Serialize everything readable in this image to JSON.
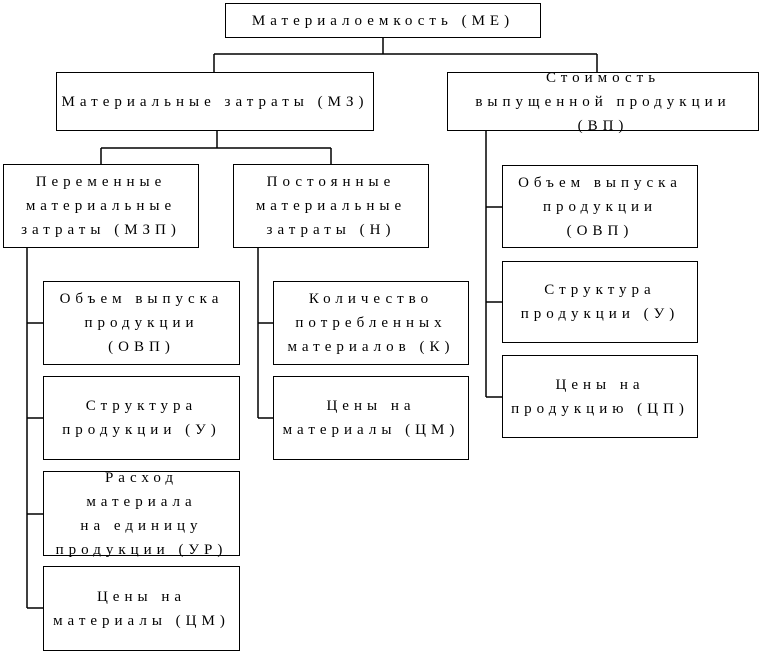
{
  "diagram": {
    "root": "Материалоемкость (МЕ)",
    "mz": "Материальные затраты (МЗ)",
    "vp": "Стоимость\nвыпущенной продукции (ВП)",
    "mzp": "Переменные\nматериальные\nзатраты (МЗП)",
    "n": "Постоянные\nматериальные\nзатраты (Н)",
    "mzp_ovp": "Объем выпуска\nпродукции (ОВП)",
    "mzp_u": "Структура\nпродукции (У)",
    "mzp_ur": "Расход материала\nна единицу\nпродукции (УР)",
    "mzp_cm": "Цены на\nматериалы (ЦМ)",
    "n_k": "Количество\nпотребленных\nматериалов (К)",
    "n_cm": "Цены на\nматериалы (ЦМ)",
    "vp_ovp": "Объем выпуска\nпродукции (ОВП)",
    "vp_u": "Структура\nпродукции (У)",
    "vp_cp": "Цены на\nпродукцию (ЦП)"
  }
}
